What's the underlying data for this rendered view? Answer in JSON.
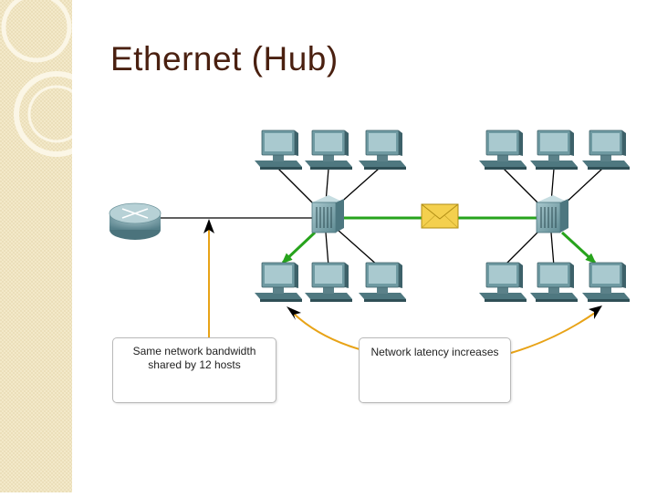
{
  "slide": {
    "title": "Ethernet (Hub)"
  },
  "diagram": {
    "callouts": {
      "bandwidth_line1": "Same network bandwidth",
      "bandwidth_line2": "shared by 12 hosts",
      "latency": "Network latency increases"
    },
    "nodes": {
      "router": "router",
      "hubs": [
        "hub-left",
        "hub-right"
      ],
      "hosts_per_hub": 6
    },
    "colors": {
      "title": "#4a2010",
      "active_link": "#27a31c",
      "annotation_arrow": "#e8a317",
      "link": "#000000",
      "side_strip": "#f3e9c9"
    }
  }
}
